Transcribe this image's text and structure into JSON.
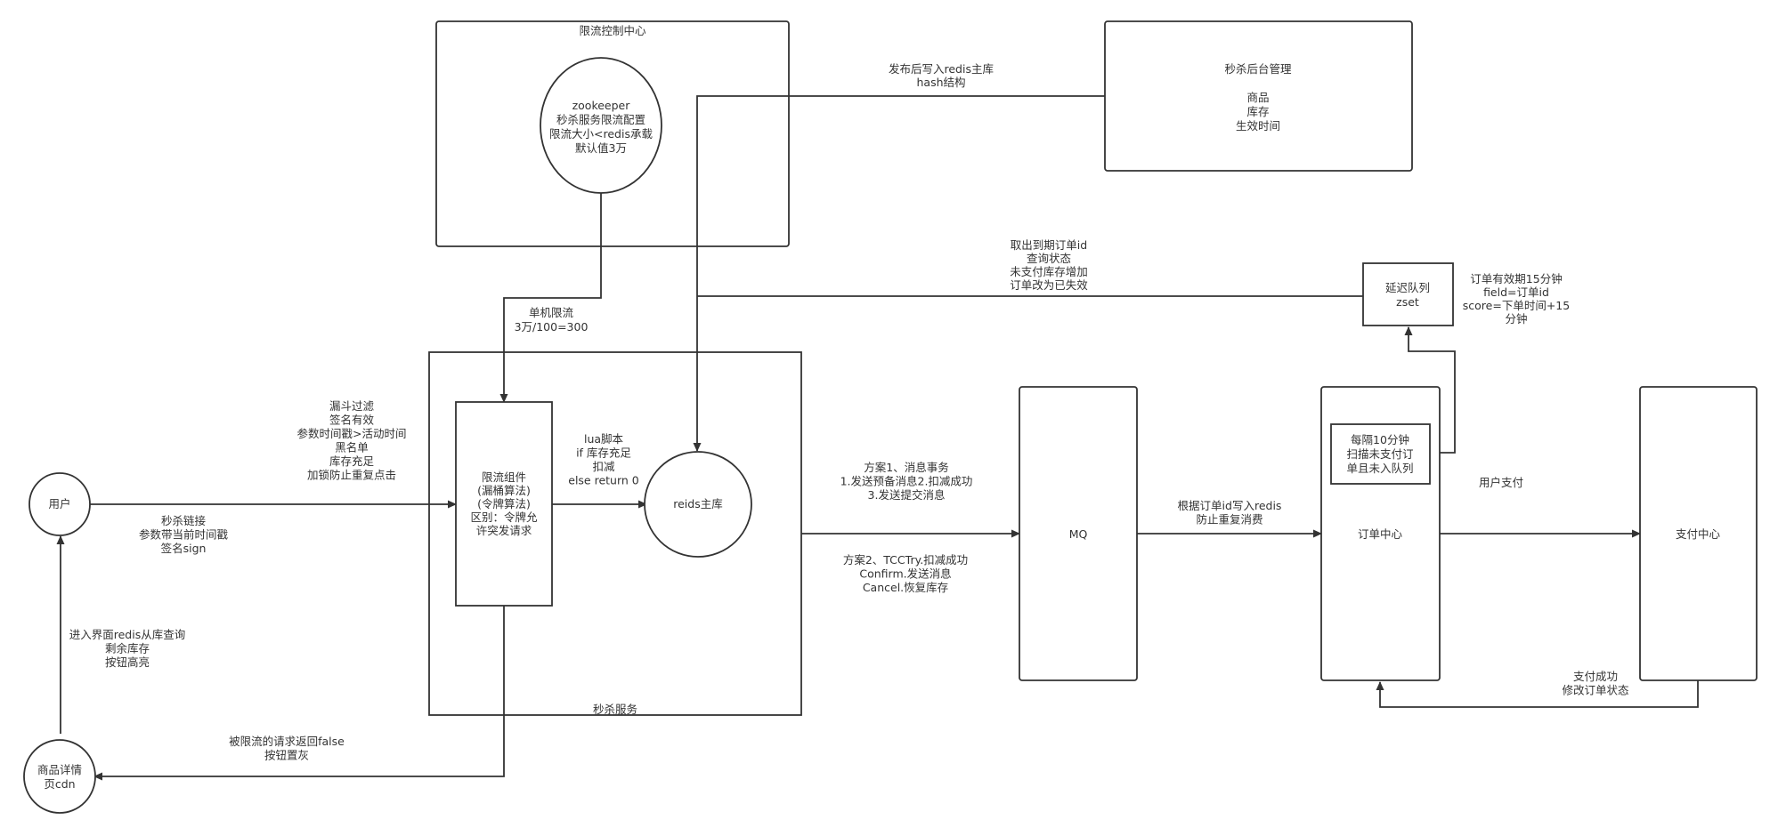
{
  "groups": {
    "rate_limit_center": "限流控制中心",
    "seckill_service": "秒杀服务"
  },
  "nodes": {
    "zookeeper": [
      "zookeeper",
      "秒杀服务限流配置",
      "限流大小<redis承载",
      "默认值3万"
    ],
    "admin": [
      "秒杀后台管理",
      "",
      "商品",
      "库存",
      "生效时间"
    ],
    "delay_queue": [
      "延迟队列",
      "zset"
    ],
    "rate_component": [
      "限流组件",
      "(漏桶算法)",
      "(令牌算法)",
      "区别：令牌允",
      "许突发请求"
    ],
    "redis_master": [
      "reids主库"
    ],
    "mq": [
      "MQ"
    ],
    "order_center": [
      "订单中心"
    ],
    "scan_box": [
      "每隔10分钟",
      "扫描未支付订",
      "单且未入队列"
    ],
    "payment_center": [
      "支付中心"
    ],
    "user": [
      "用户"
    ],
    "product_page": [
      "商品详情",
      "页cdn"
    ]
  },
  "labels": {
    "publish": [
      "发布后写入redis主库",
      "hash结构"
    ],
    "expire_check": [
      "取出到期订单id",
      "查询状态",
      "未支付库存增加",
      "订单改为已失效"
    ],
    "order_validity": [
      "订单有效期15分钟",
      "field=订单id",
      "score=下单时间+15",
      "分钟"
    ],
    "single_limit": [
      "单机限流",
      "3万/100=300"
    ],
    "funnel": [
      "漏斗过滤",
      "签名有效",
      "参数时间戳>活动时间",
      "黑名单",
      "库存充足",
      "加锁防止重复点击"
    ],
    "seckill_link": [
      "秒杀链接",
      "参数带当前时间戳",
      "签名sign"
    ],
    "lua": [
      "lua脚本",
      "if 库存充足",
      "扣减",
      "else return 0"
    ],
    "plan1": [
      "方案1、消息事务",
      "1.发送预备消息2.扣减成功",
      "3.发送提交消息"
    ],
    "plan2": [
      "方案2、TCCTry.扣减成功",
      "Confirm.发送消息",
      "Cancel.恢复库存"
    ],
    "consume": [
      "根据订单id写入redis",
      "防止重复消费"
    ],
    "user_pay": [
      "用户支付"
    ],
    "pay_success": [
      "支付成功",
      "修改订单状态"
    ],
    "enter_page": [
      "进入界面redis从库查询",
      "剩余库存",
      "按钮高亮"
    ],
    "limited": [
      "被限流的请求返回false",
      "按钮置灰"
    ]
  },
  "colors": {
    "stroke": "#333333",
    "fill": "#ffffff",
    "text": "#333333"
  }
}
